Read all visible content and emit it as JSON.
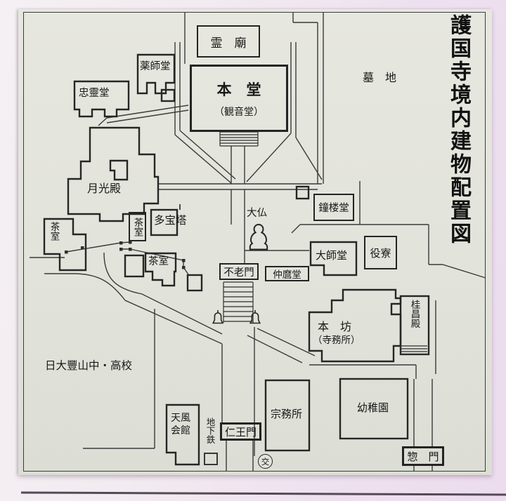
{
  "title": "護国寺境内建物配置図",
  "areas": {
    "cemetery": "墓　地",
    "school": "日大豐山中・高校",
    "subway": "地下鉄",
    "daibutsu": "大仏"
  },
  "buildings": {
    "reibyo": "霊　廟",
    "hondo": "本　堂",
    "hondo_alt": "（観音堂）",
    "yakushido": "薬師堂",
    "chureido": "忠靈堂",
    "gekkoden": "月光殿",
    "tahoto": "多宝塔",
    "chashitsu_left": "茶室",
    "chashitsu_box": "茶室",
    "chashitsu_mid": "茶室",
    "shorodo": "鐘楼堂",
    "furomon": "不老門",
    "nakamarodo": "仲麿堂",
    "daishido": "大師堂",
    "yakuryo": "役寮",
    "honbo": "本　坊",
    "honbo_alt": "（寺務所）",
    "keishoden": "桂昌殿",
    "somusho": "宗務所",
    "yochien": "幼稚園",
    "tenpu_1": "天風",
    "tenpu_2": "会館",
    "niomon": "仁王門",
    "somon": "惣　門"
  },
  "symbols": {
    "police": "交"
  }
}
